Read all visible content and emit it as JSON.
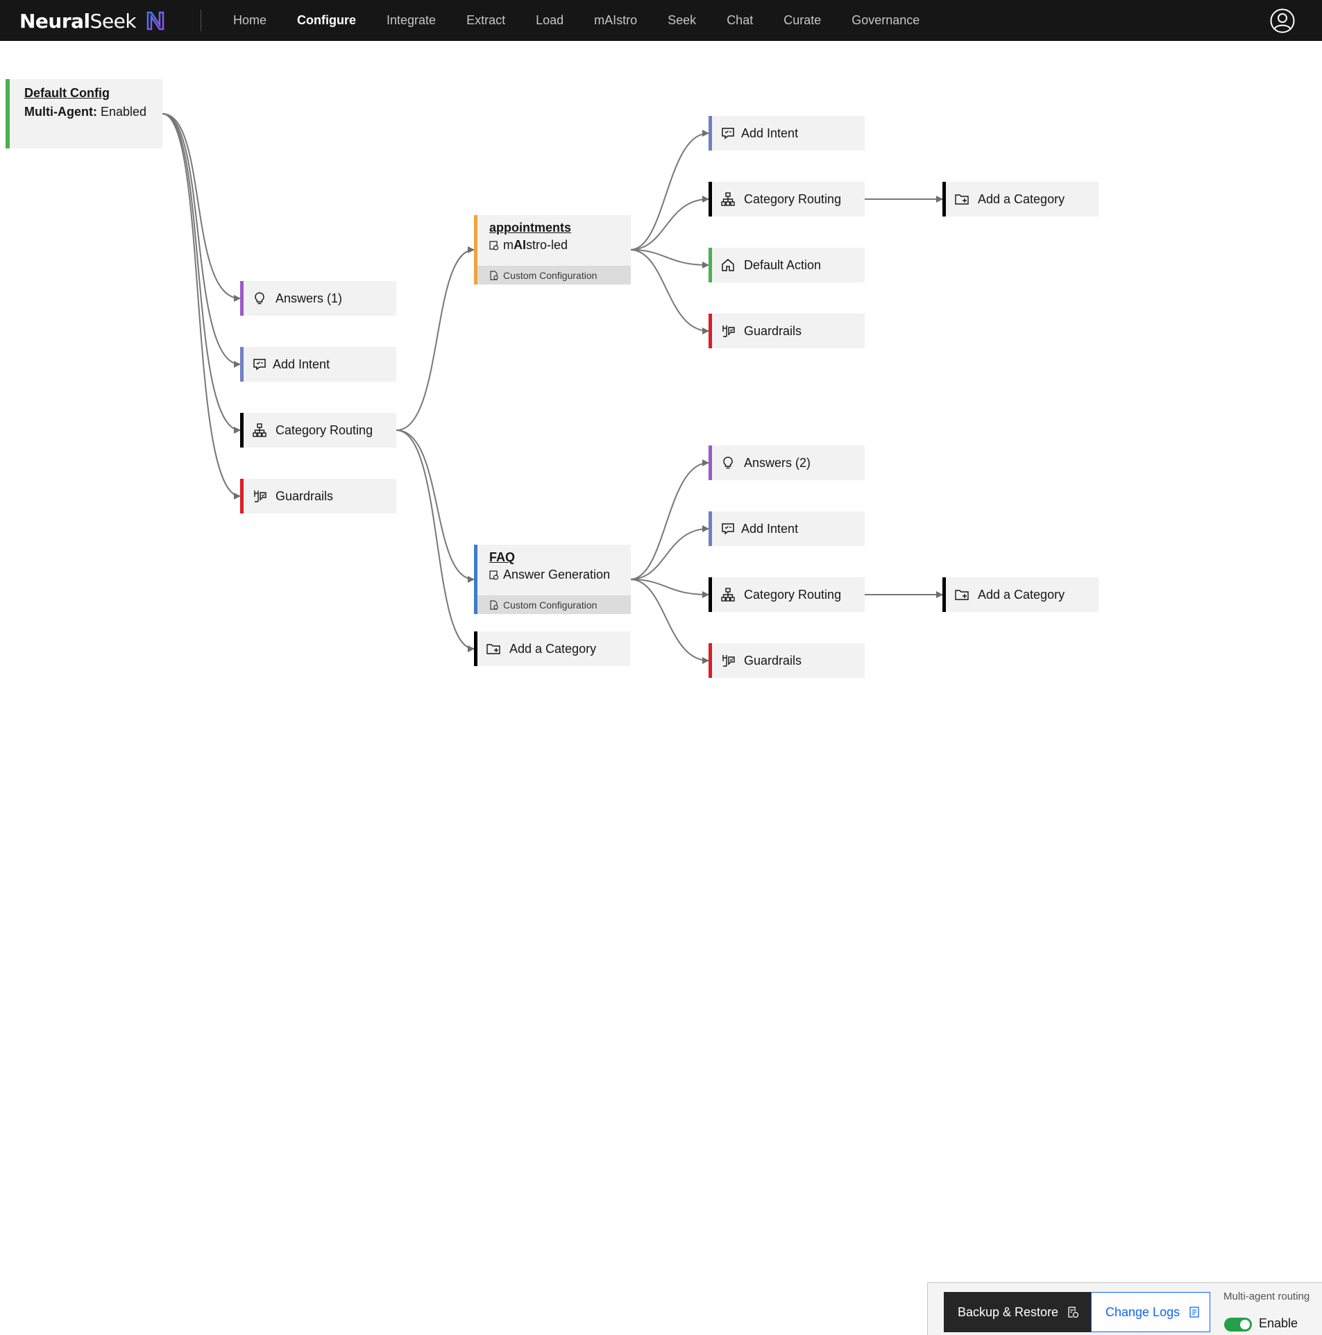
{
  "header": {
    "logo_bold": "Neural",
    "logo_light": "Seek",
    "nav": [
      {
        "label": "Home",
        "active": false
      },
      {
        "label": "Configure",
        "active": true
      },
      {
        "label": "Integrate",
        "active": false
      },
      {
        "label": "Extract",
        "active": false
      },
      {
        "label": "Load",
        "active": false
      },
      {
        "label": "mAIstro",
        "active": false
      },
      {
        "label": "Seek",
        "active": false
      },
      {
        "label": "Chat",
        "active": false
      },
      {
        "label": "Curate",
        "active": false
      },
      {
        "label": "Governance",
        "active": false
      }
    ],
    "user_icon": "user-avatar-icon"
  },
  "graph": {
    "root": {
      "title": "Default Config",
      "sub_label": "Multi-Agent:",
      "sub_value": "Enabled",
      "accent": "#4caf50"
    },
    "level1": [
      {
        "label": "Answers (1)",
        "icon": "lightbulb-icon",
        "accent": "#9c59c8"
      },
      {
        "label": "Add Intent",
        "icon": "intent-chat-icon",
        "accent": "#6f7fc4"
      },
      {
        "label": "Category Routing",
        "icon": "routing-tree-icon",
        "accent": "#000000"
      },
      {
        "label": "Guardrails",
        "icon": "guardrails-icon",
        "accent": "#da1e28"
      }
    ],
    "categories": [
      {
        "title": "appointments",
        "mode_prefix": "m",
        "mode_ai": "AI",
        "mode_suffix": "stro-led",
        "footer": "Custom Configuration",
        "accent": "#f1a33c"
      },
      {
        "title": "FAQ",
        "mode_prefix": "",
        "mode_ai": "",
        "mode_suffix": "Answer Generation",
        "footer": "Custom Configuration",
        "accent": "#3d7cc9"
      }
    ],
    "add_category_l2": {
      "label": "Add a Category",
      "icon": "folder-add-icon",
      "accent": "#000000"
    },
    "appointments_children": [
      {
        "label": "Add Intent",
        "icon": "intent-chat-icon",
        "accent": "#6f7fc4"
      },
      {
        "label": "Category Routing",
        "icon": "routing-tree-icon",
        "accent": "#000000"
      },
      {
        "label": "Default Action",
        "icon": "home-icon",
        "accent": "#4caf50"
      },
      {
        "label": "Guardrails",
        "icon": "guardrails-icon",
        "accent": "#da1e28"
      }
    ],
    "faq_children": [
      {
        "label": "Answers (2)",
        "icon": "lightbulb-icon",
        "accent": "#9c59c8"
      },
      {
        "label": "Add Intent",
        "icon": "intent-chat-icon",
        "accent": "#6f7fc4"
      },
      {
        "label": "Category Routing",
        "icon": "routing-tree-icon",
        "accent": "#000000"
      },
      {
        "label": "Guardrails",
        "icon": "guardrails-icon",
        "accent": "#da1e28"
      }
    ],
    "add_category_l4": [
      {
        "label": "Add a Category",
        "icon": "folder-add-icon",
        "accent": "#000000"
      },
      {
        "label": "Add a Category",
        "icon": "folder-add-icon",
        "accent": "#000000"
      }
    ]
  },
  "footer": {
    "backup_label": "Backup & Restore",
    "changelogs_label": "Change Logs",
    "routing_label": "Multi-agent routing",
    "toggle_label": "Enable",
    "toggle_on": true
  }
}
